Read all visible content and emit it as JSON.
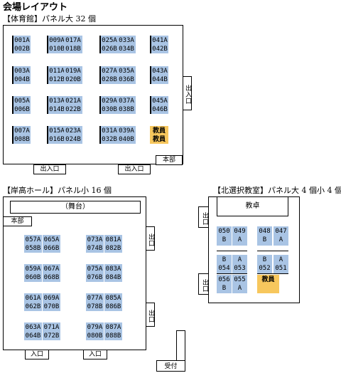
{
  "title": "会場レイアウト",
  "gym": {
    "heading": "【体育館】パネル大 32 個",
    "panels": [
      {
        "top": "001A",
        "bottom": "002B"
      },
      {
        "top": "009A",
        "bottom": "010B"
      },
      {
        "top": "017A",
        "bottom": "018B"
      },
      {
        "top": "025A",
        "bottom": "026B"
      },
      {
        "top": "033A",
        "bottom": "034B"
      },
      {
        "top": "041A",
        "bottom": "042B"
      },
      {
        "top": "003A",
        "bottom": "004B"
      },
      {
        "top": "011A",
        "bottom": "012B"
      },
      {
        "top": "019A",
        "bottom": "020B"
      },
      {
        "top": "027A",
        "bottom": "028B"
      },
      {
        "top": "035A",
        "bottom": "036B"
      },
      {
        "top": "043A",
        "bottom": "044B"
      },
      {
        "top": "005A",
        "bottom": "006B"
      },
      {
        "top": "013A",
        "bottom": "014B"
      },
      {
        "top": "021A",
        "bottom": "022B"
      },
      {
        "top": "029A",
        "bottom": "030B"
      },
      {
        "top": "037A",
        "bottom": "038B"
      },
      {
        "top": "045A",
        "bottom": "046B"
      },
      {
        "top": "007A",
        "bottom": "008B"
      },
      {
        "top": "015A",
        "bottom": "016B"
      },
      {
        "top": "023A",
        "bottom": "024B"
      },
      {
        "top": "031A",
        "bottom": "032B"
      },
      {
        "top": "039A",
        "bottom": "040B"
      },
      {
        "top": "教員",
        "bottom": "教員"
      }
    ],
    "door_right": "出入口",
    "honbu": "本部",
    "door_bottom_left": "出入口",
    "door_bottom_right": "出入口"
  },
  "kishitaka": {
    "heading": "【岸高ホール】パネル小 16 個",
    "stage": "（舞台）",
    "honbu": "本部",
    "panels": [
      {
        "top": "057A",
        "bottom": "058B"
      },
      {
        "top": "065A",
        "bottom": "066B"
      },
      {
        "top": "073A",
        "bottom": "074B"
      },
      {
        "top": "081A",
        "bottom": "082B"
      },
      {
        "top": "059A",
        "bottom": "060B"
      },
      {
        "top": "067A",
        "bottom": "068B"
      },
      {
        "top": "075A",
        "bottom": "076B"
      },
      {
        "top": "083A",
        "bottom": "084B"
      },
      {
        "top": "061A",
        "bottom": "062B"
      },
      {
        "top": "069A",
        "bottom": "070B"
      },
      {
        "top": "077A",
        "bottom": "078B"
      },
      {
        "top": "085A",
        "bottom": "086B"
      },
      {
        "top": "063A",
        "bottom": "064B"
      },
      {
        "top": "071A",
        "bottom": "072B"
      },
      {
        "top": "079A",
        "bottom": "080B"
      },
      {
        "top": "087A",
        "bottom": "088B"
      }
    ],
    "door_right_top": "出口",
    "door_right_bottom": "出口",
    "door_bottom_left": "入口",
    "door_bottom_right": "入口",
    "reception": "受付"
  },
  "classroom": {
    "heading": "【北選択教室】パネル大 4 個小 4 個",
    "podium": "教卓",
    "door_left_top": "出口",
    "door_left_bottom": "出口",
    "panels": [
      {
        "top": "050",
        "bottom": "B"
      },
      {
        "top": "049",
        "bottom": "A"
      },
      {
        "top": "048",
        "bottom": "B"
      },
      {
        "top": "047",
        "bottom": "A"
      },
      {
        "top": "B",
        "bottom": "054"
      },
      {
        "top": "A",
        "bottom": "053"
      },
      {
        "top": "B",
        "bottom": "052"
      },
      {
        "top": "A",
        "bottom": "051"
      }
    ],
    "lower_left": {
      "top": "056",
      "bottom": "B"
    },
    "lower_left2": {
      "top": "055",
      "bottom": "A"
    },
    "staff": "教員"
  }
}
